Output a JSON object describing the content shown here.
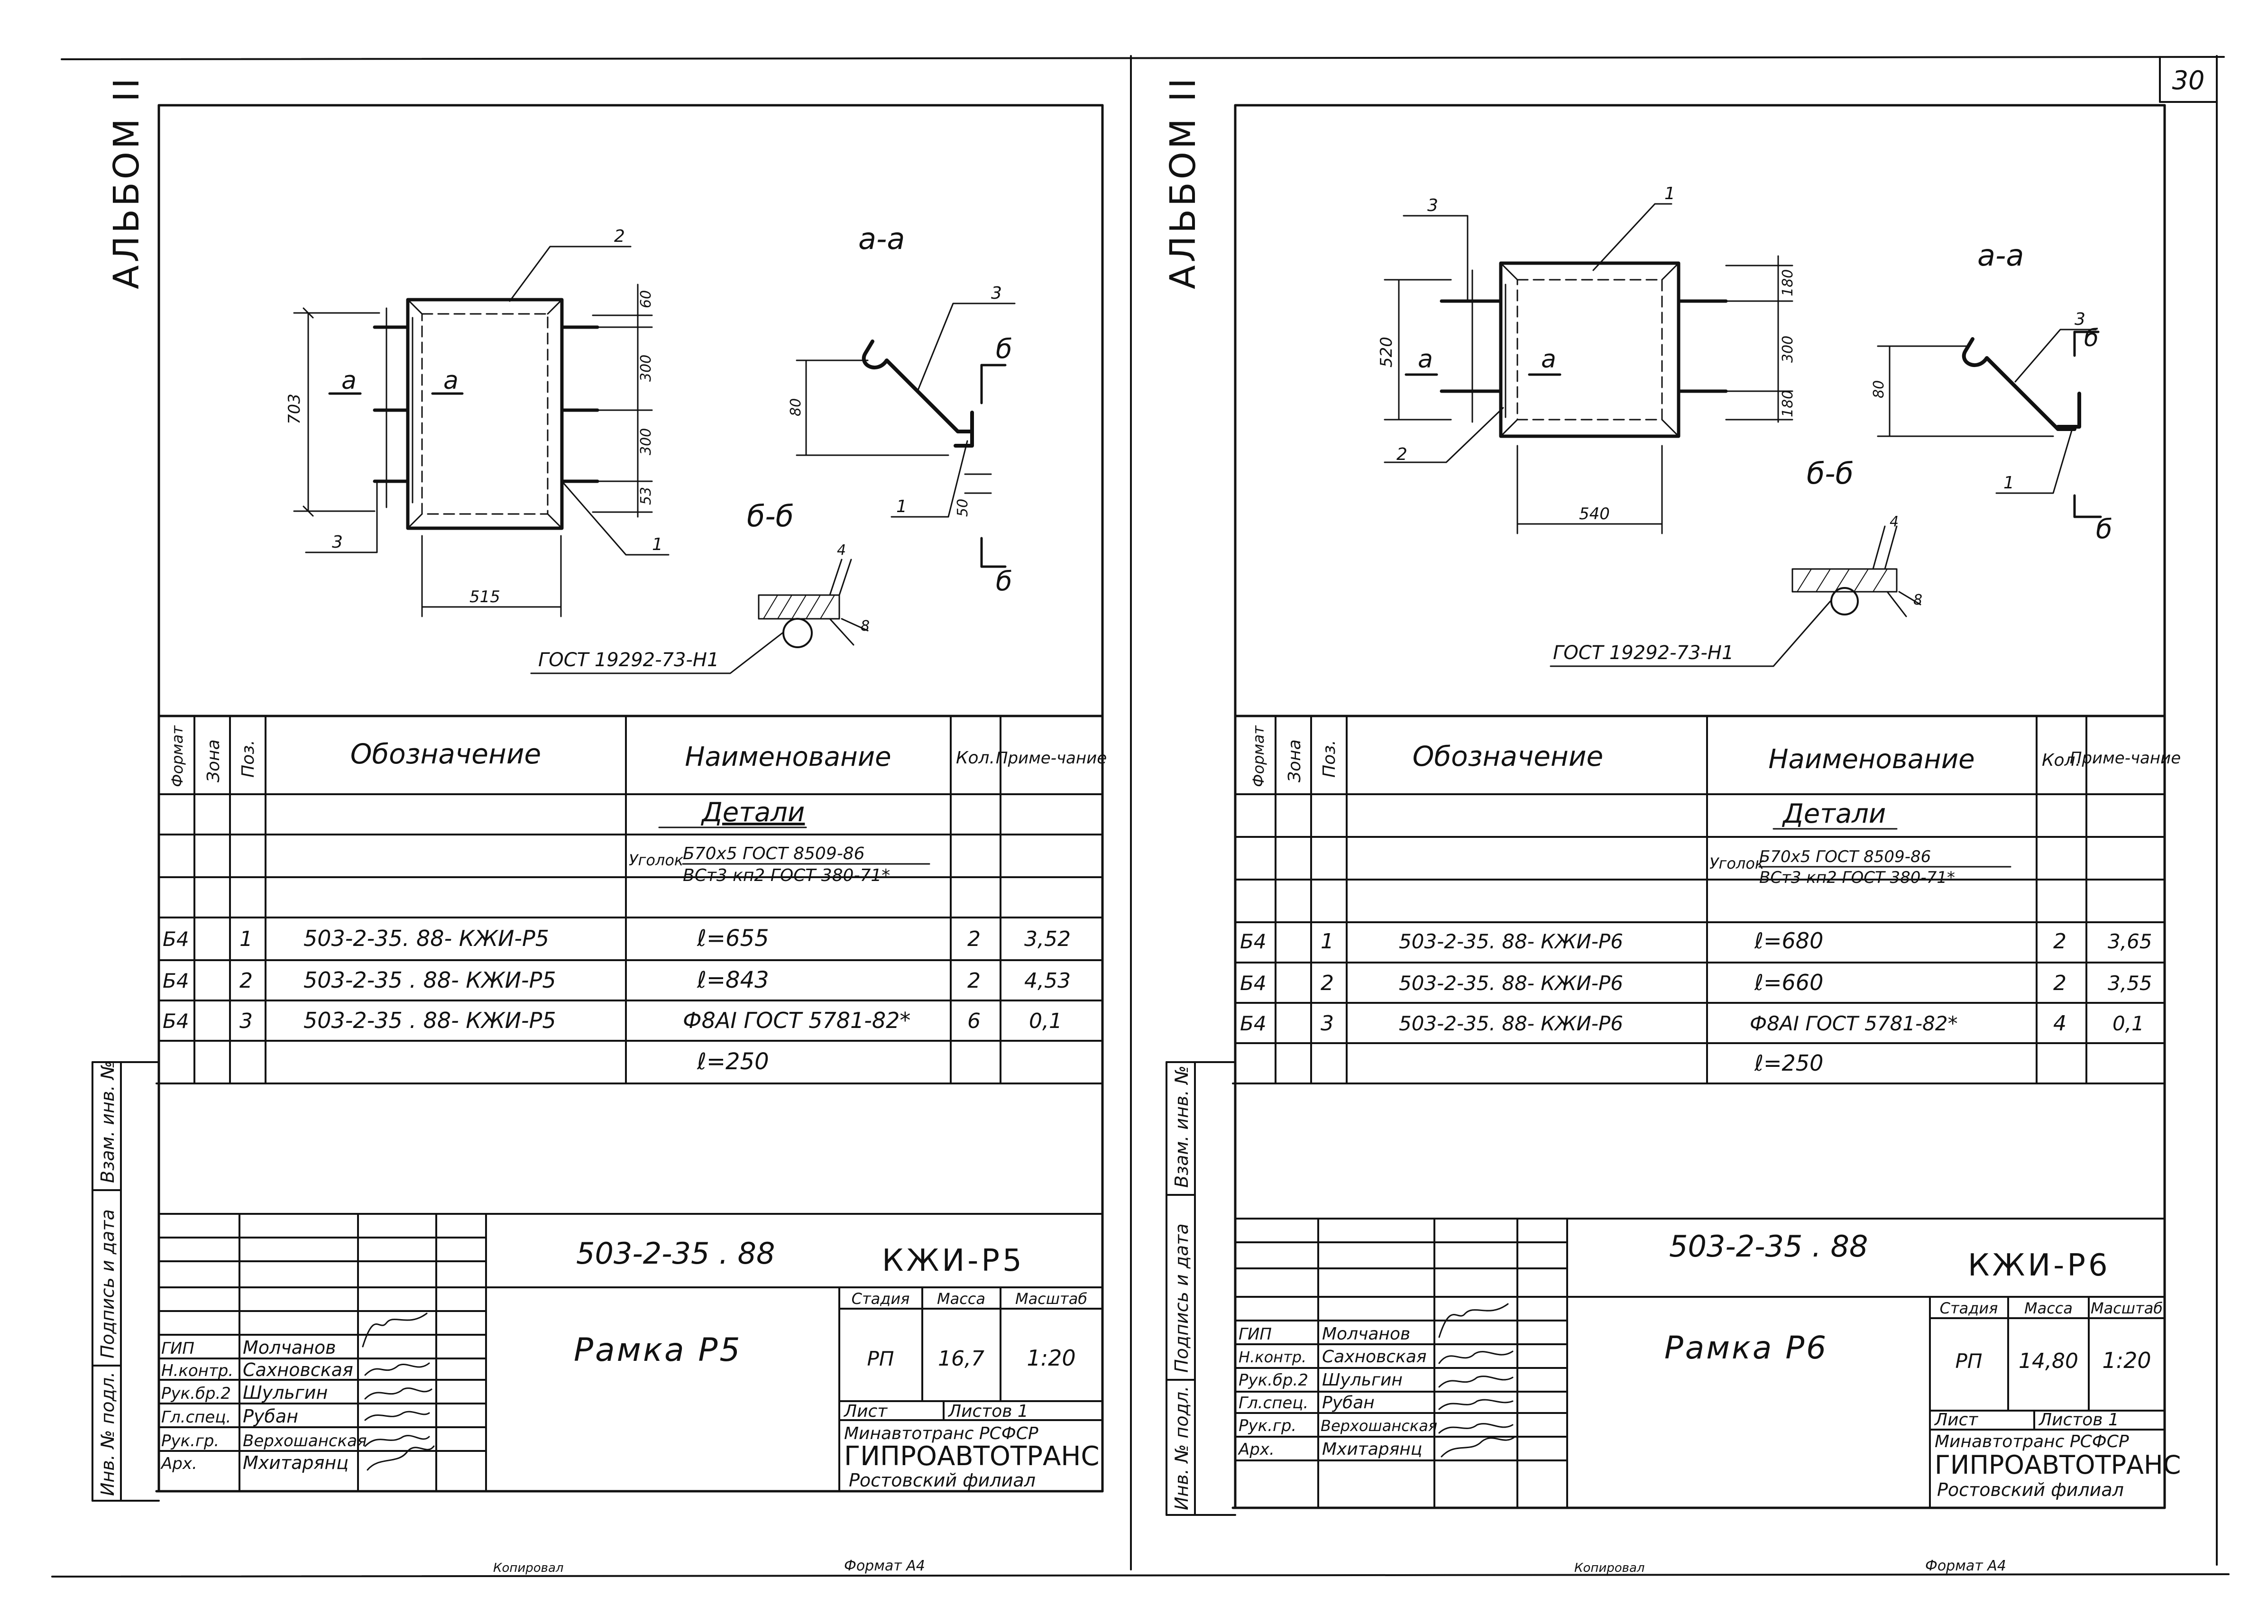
{
  "page_number": "30",
  "sheets": [
    {
      "album_label": "АЛЬБОМ II",
      "drawing": {
        "section_aa": "а-а",
        "section_bb": "б-б",
        "leaders": [
          "1",
          "2",
          "3"
        ],
        "dims": [
          "703",
          "515",
          "60",
          "300",
          "300",
          "53",
          "80",
          "50",
          "4",
          "8"
        ],
        "section_marks": [
          "а",
          "а",
          "б",
          "б"
        ],
        "gost_weld": "ГОСТ 19292-73-Н1"
      },
      "spec": {
        "headers": [
          "Формат",
          "Зона",
          "Поз.",
          "Обозначение",
          "Наименование",
          "Кол.",
          "Приме-чание"
        ],
        "section_title": "Детали",
        "material_prefix": "Уголок",
        "material_top": "Б70х5 ГОСТ 8509-86",
        "material_bottom": "ВСт3 кп2 ГОСТ 380-71*",
        "rows": [
          {
            "format": "Б4",
            "pos": "1",
            "designation": "503-2-35. 88- КЖИ-Р5",
            "name": "ℓ=655",
            "qty": "2",
            "note": "3,52"
          },
          {
            "format": "Б4",
            "pos": "2",
            "designation": "503-2-35 . 88- КЖИ-Р5",
            "name": "ℓ=843",
            "qty": "2",
            "note": "4,53"
          },
          {
            "format": "Б4",
            "pos": "3",
            "designation": "503-2-35 . 88- КЖИ-Р5",
            "name": "Ф8АI ГОСТ 5781-82*",
            "qty": "6",
            "note": "0,1"
          },
          {
            "format": "",
            "pos": "",
            "designation": "",
            "name": "ℓ=250",
            "qty": "",
            "note": ""
          }
        ]
      },
      "side_labels": [
        "Взам. инв. №",
        "Подпись и дата",
        "Инв. № подл."
      ],
      "title_block": {
        "code": "503-2-35 . 88",
        "mark": "КЖИ-Р5",
        "title": "Рамка Р5",
        "stage_header": "Стадия",
        "mass_header": "Масса",
        "scale_header": "Масштаб",
        "stage": "РП",
        "mass": "16,7",
        "scale": "1:20",
        "sheet_label": "Лист",
        "sheets_label": "Листов 1",
        "org_ministry": "Минавтотранс РСФСР",
        "org_name": "ГИПРОАВТОТРАНС",
        "org_branch": "Ростовский филиал",
        "staff": [
          {
            "role": "ГИП",
            "name": "Молчанов"
          },
          {
            "role": "Н.контр.",
            "name": "Сахновская"
          },
          {
            "role": "Рук.бр.2",
            "name": "Шульгин"
          },
          {
            "role": "Гл.спец.",
            "name": "Рубан"
          },
          {
            "role": "Рук.гр.",
            "name": "Верхошанская"
          },
          {
            "role": "Арх.",
            "name": "Мхитарянц"
          }
        ]
      },
      "footer": {
        "copied": "Копировал",
        "format": "Формат А4"
      }
    },
    {
      "album_label": "АЛЬБОМ II",
      "drawing": {
        "section_aa": "а-а",
        "section_bb": "б-б",
        "leaders": [
          "1",
          "2",
          "3",
          "3",
          "1"
        ],
        "dims": [
          "520",
          "540",
          "180",
          "300",
          "180",
          "80",
          "4",
          "8"
        ],
        "section_marks": [
          "а",
          "а",
          "б",
          "б"
        ],
        "gost_weld": "ГОСТ 19292-73-Н1"
      },
      "spec": {
        "headers": [
          "Формат",
          "Зона",
          "Поз.",
          "Обозначение",
          "Наименование",
          "Кол.",
          "Приме-чание"
        ],
        "section_title": "Детали",
        "material_prefix": "Уголок",
        "material_top": "Б70х5 ГОСТ 8509-86",
        "material_bottom": "ВСт3 кп2 ГОСТ 380-71*",
        "rows": [
          {
            "format": "Б4",
            "pos": "1",
            "designation": "503-2-35. 88- КЖИ-Р6",
            "name": "ℓ=680",
            "qty": "2",
            "note": "3,65"
          },
          {
            "format": "Б4",
            "pos": "2",
            "designation": "503-2-35. 88- КЖИ-Р6",
            "name": "ℓ=660",
            "qty": "2",
            "note": "3,55"
          },
          {
            "format": "Б4",
            "pos": "3",
            "designation": "503-2-35. 88- КЖИ-Р6",
            "name": "Ф8АI ГОСТ 5781-82*",
            "qty": "4",
            "note": "0,1"
          },
          {
            "format": "",
            "pos": "",
            "designation": "",
            "name": "ℓ=250",
            "qty": "",
            "note": ""
          }
        ]
      },
      "side_labels": [
        "Взам. инв. №",
        "Подпись и дата",
        "Инв. № подл."
      ],
      "title_block": {
        "code": "503-2-35 . 88",
        "mark": "КЖИ-Р6",
        "title": "Рамка Р6",
        "stage_header": "Стадия",
        "mass_header": "Масса",
        "scale_header": "Масштаб",
        "stage": "РП",
        "mass": "14,80",
        "scale": "1:20",
        "sheet_label": "Лист",
        "sheets_label": "Листов 1",
        "org_ministry": "Минавтотранс РСФСР",
        "org_name": "ГИПРОАВТОТРАНС",
        "org_branch": "Ростовский филиал",
        "staff": [
          {
            "role": "ГИП",
            "name": "Молчанов"
          },
          {
            "role": "Н.контр.",
            "name": "Сахновская"
          },
          {
            "role": "Рук.бр.2",
            "name": "Шульгин"
          },
          {
            "role": "Гл.спец.",
            "name": "Рубан"
          },
          {
            "role": "Рук.гр.",
            "name": "Верхошанская"
          },
          {
            "role": "Арх.",
            "name": "Мхитарянц"
          }
        ]
      },
      "footer": {
        "copied": "Копировал",
        "format": "Формат А4"
      }
    }
  ]
}
